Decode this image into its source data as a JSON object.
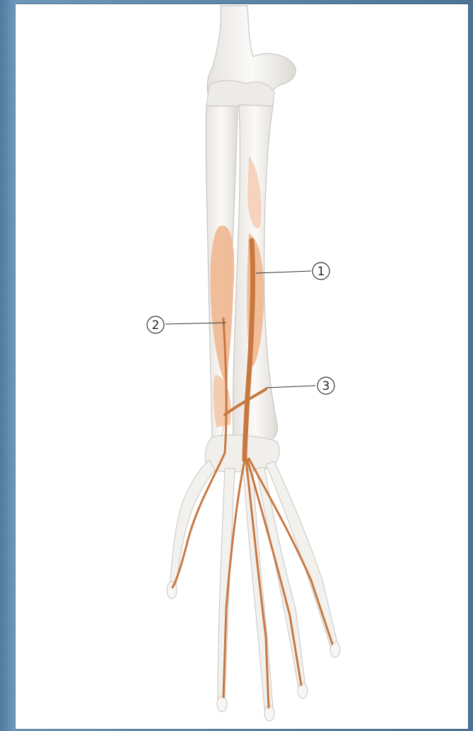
{
  "figure": {
    "callouts": [
      {
        "id": "callout-1",
        "label": "1"
      },
      {
        "id": "callout-2",
        "label": "2"
      },
      {
        "id": "callout-3",
        "label": "3"
      }
    ]
  },
  "colors": {
    "bone": "#f3f1ee",
    "bone_edge": "#c9c6c1",
    "muscle": "#f0b790",
    "tendon": "#c8783f",
    "background": "#4f79a0"
  }
}
